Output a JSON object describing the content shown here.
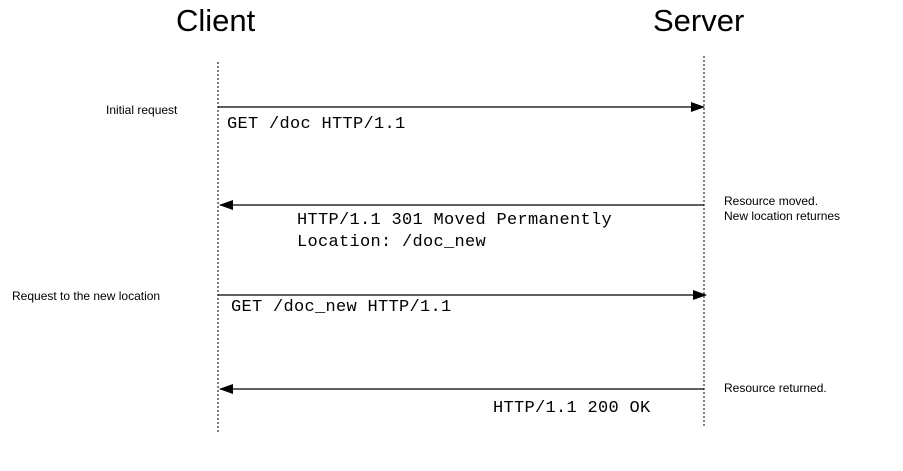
{
  "lanes": {
    "client": "Client",
    "server": "Server"
  },
  "messages": [
    {
      "direction": "client-to-server",
      "note": [
        "Initial request"
      ],
      "lines": [
        "GET /doc HTTP/1.1"
      ]
    },
    {
      "direction": "server-to-client",
      "note": [
        "Resource moved.",
        "New location returnes"
      ],
      "lines": [
        "HTTP/1.1 301 Moved Permanently",
        "Location: /doc_new"
      ]
    },
    {
      "direction": "client-to-server",
      "note": [
        "Request to the new location"
      ],
      "lines": [
        "GET /doc_new HTTP/1.1"
      ]
    },
    {
      "direction": "server-to-client",
      "note": [
        "Resource returned."
      ],
      "lines": [
        "HTTP/1.1 200 OK"
      ]
    }
  ]
}
